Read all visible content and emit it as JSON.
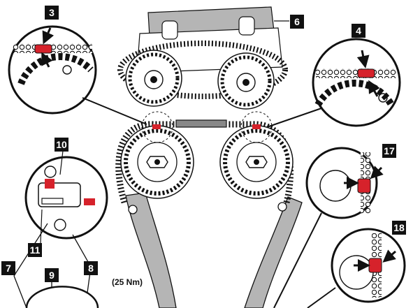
{
  "callouts": [
    {
      "id": "label-3",
      "text": "3"
    },
    {
      "id": "label-4",
      "text": "4"
    },
    {
      "id": "label-6",
      "text": "6"
    },
    {
      "id": "label-7",
      "text": "7"
    },
    {
      "id": "label-8",
      "text": "8"
    },
    {
      "id": "label-9",
      "text": "9"
    },
    {
      "id": "label-10",
      "text": "10"
    },
    {
      "id": "label-11",
      "text": "11"
    },
    {
      "id": "label-17",
      "text": "17"
    },
    {
      "id": "label-18",
      "text": "18"
    }
  ],
  "torque_note": "(25 Nm)",
  "colors": {
    "ink": "#111111",
    "mark_red": "#d6222b",
    "fill_gray": "#b5b5b5",
    "paper": "#ffffff"
  },
  "icons": [
    "timing-mark-arrow-icon",
    "star-mark-icon",
    "sprocket-icon",
    "timing-chain-icon"
  ]
}
